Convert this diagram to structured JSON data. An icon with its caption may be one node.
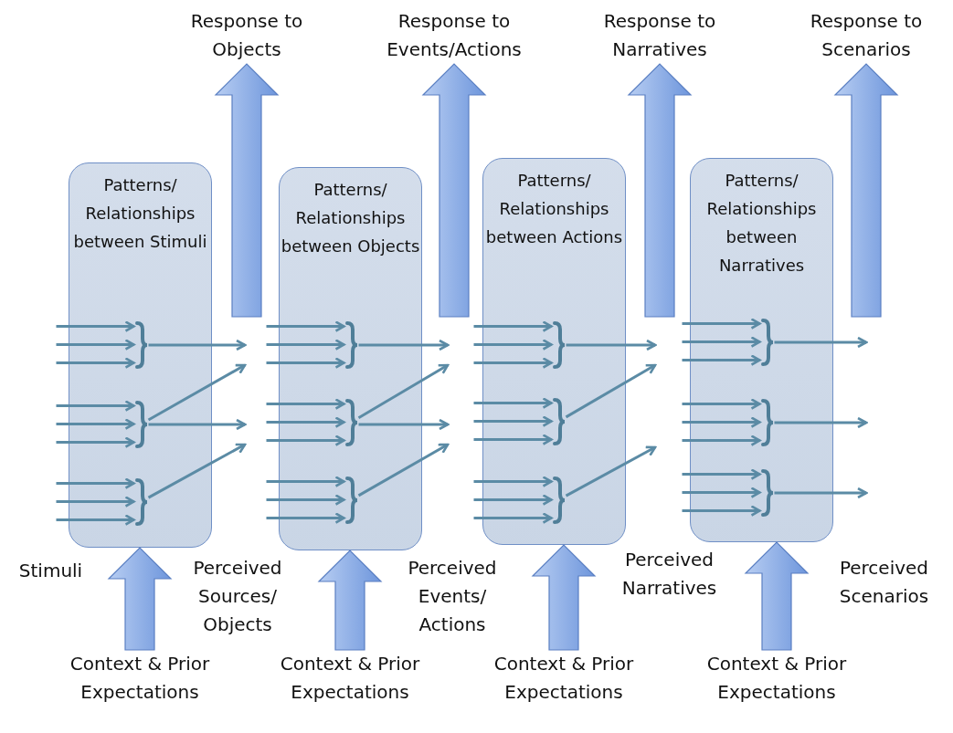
{
  "diagram": {
    "nodes": [
      {
        "text": [
          "Response to Objects"
        ]
      },
      {
        "text": [
          "Response to Events/Actions"
        ]
      },
      {
        "text": [
          "Response to Narratives"
        ]
      },
      {
        "text": [
          "Response to Scenarios"
        ]
      },
      {
        "text": [
          "Patterns/ Relationships between Stimuli"
        ]
      },
      {
        "text": [],
        "shape": "brace",
        "in": 4
      },
      {
        "text": [],
        "shape": "brace",
        "in": 4
      },
      {
        "text": [],
        "shape": "brace",
        "in": 4
      },
      {
        "text": [
          "Patterns/ Relationships between Objects"
        ]
      },
      {
        "text": [],
        "shape": "brace",
        "in": 8
      },
      {
        "text": [],
        "shape": "brace",
        "in": 8
      },
      {
        "text": [],
        "shape": "brace",
        "in": 8
      },
      {
        "text": [
          "Patterns/ Relationships between Actions"
        ]
      },
      {
        "text": [],
        "shape": "brace",
        "in": 12
      },
      {
        "text": [],
        "shape": "brace",
        "in": 12
      },
      {
        "text": [],
        "shape": "brace",
        "in": 12
      },
      {
        "text": [
          "Patterns/ Relationships between Narratives"
        ]
      },
      {
        "text": [],
        "shape": "brace",
        "in": 16
      },
      {
        "text": [],
        "shape": "brace",
        "in": 16
      },
      {
        "text": [],
        "shape": "brace",
        "in": 16
      },
      {
        "text": [
          "Context & Prior Expectations"
        ]
      },
      {
        "text": [
          "Context & Prior Expectations"
        ]
      },
      {
        "text": [
          "Context & Prior Expectations"
        ]
      },
      {
        "text": [
          "Context & Prior Expectations"
        ]
      }
    ],
    "edges": [
      {
        "from": null,
        "to": 0,
        "arrow": "to",
        "style": "thick"
      },
      {
        "from": null,
        "to": 1,
        "arrow": "to",
        "style": "thick"
      },
      {
        "from": null,
        "to": 2,
        "arrow": "to",
        "style": "thick"
      },
      {
        "from": null,
        "to": 3,
        "arrow": "to",
        "style": "thick"
      },
      {
        "from": null,
        "to": 5,
        "arrow": "to"
      },
      {
        "from": null,
        "to": 5,
        "arrow": "to"
      },
      {
        "from": null,
        "to": 5,
        "arrow": "to"
      },
      {
        "from": null,
        "to": 6,
        "arrow": "to"
      },
      {
        "from": null,
        "to": 6,
        "arrow": "to"
      },
      {
        "from": null,
        "to": 6,
        "arrow": "to"
      },
      {
        "from": null,
        "to": 7,
        "arrow": "to"
      },
      {
        "from": null,
        "to": 7,
        "arrow": "to"
      },
      {
        "from": null,
        "to": 7,
        "arrow": "to"
      },
      {
        "from": 5,
        "to": null,
        "arrow": "to"
      },
      {
        "from": 6,
        "to": null,
        "arrow": "to"
      },
      {
        "from": 6,
        "to": null,
        "arrow": "to"
      },
      {
        "from": 7,
        "to": null,
        "arrow": "to"
      },
      {
        "from": null,
        "to": 9,
        "arrow": "to"
      },
      {
        "from": null,
        "to": 9,
        "arrow": "to"
      },
      {
        "from": null,
        "to": 9,
        "arrow": "to"
      },
      {
        "from": null,
        "to": 10,
        "arrow": "to"
      },
      {
        "from": null,
        "to": 10,
        "arrow": "to"
      },
      {
        "from": null,
        "to": 10,
        "arrow": "to"
      },
      {
        "from": null,
        "to": 11,
        "arrow": "to"
      },
      {
        "from": null,
        "to": 11,
        "arrow": "to"
      },
      {
        "from": null,
        "to": 11,
        "arrow": "to"
      },
      {
        "from": 9,
        "to": null,
        "arrow": "to"
      },
      {
        "from": 10,
        "to": null,
        "arrow": "to"
      },
      {
        "from": 10,
        "to": null,
        "arrow": "to"
      },
      {
        "from": 11,
        "to": null,
        "arrow": "to"
      },
      {
        "from": null,
        "to": 13,
        "arrow": "to"
      },
      {
        "from": null,
        "to": 13,
        "arrow": "to"
      },
      {
        "from": null,
        "to": 13,
        "arrow": "to"
      },
      {
        "from": null,
        "to": 14,
        "arrow": "to"
      },
      {
        "from": null,
        "to": 14,
        "arrow": "to"
      },
      {
        "from": null,
        "to": 14,
        "arrow": "to"
      },
      {
        "from": null,
        "to": 15,
        "arrow": "to"
      },
      {
        "from": null,
        "to": 15,
        "arrow": "to"
      },
      {
        "from": null,
        "to": 15,
        "arrow": "to"
      },
      {
        "from": 13,
        "to": null,
        "arrow": "to"
      },
      {
        "from": 14,
        "to": null,
        "arrow": "to"
      },
      {
        "from": 15,
        "to": null,
        "arrow": "to"
      },
      {
        "from": null,
        "to": 17,
        "arrow": "to"
      },
      {
        "from": null,
        "to": 17,
        "arrow": "to"
      },
      {
        "from": null,
        "to": 17,
        "arrow": "to"
      },
      {
        "from": null,
        "to": 18,
        "arrow": "to"
      },
      {
        "from": null,
        "to": 18,
        "arrow": "to"
      },
      {
        "from": null,
        "to": 18,
        "arrow": "to"
      },
      {
        "from": null,
        "to": 19,
        "arrow": "to"
      },
      {
        "from": null,
        "to": 19,
        "arrow": "to"
      },
      {
        "from": null,
        "to": 19,
        "arrow": "to"
      },
      {
        "from": 17,
        "to": null,
        "arrow": "to"
      },
      {
        "from": 18,
        "to": null,
        "arrow": "to"
      },
      {
        "from": 19,
        "to": null,
        "arrow": "to"
      },
      {
        "from": 20,
        "to": 4,
        "arrow": "to",
        "style": "thick"
      },
      {
        "from": 21,
        "to": 8,
        "arrow": "to",
        "style": "thick"
      },
      {
        "from": 22,
        "to": 12,
        "arrow": "to",
        "style": "thick"
      },
      {
        "from": 23,
        "to": 16,
        "arrow": "to",
        "style": "thick"
      }
    ],
    "labels": [
      "Stimuli",
      "Perceived Sources/ Objects",
      "Perceived Events/ Actions",
      "Perceived Narratives",
      "Perceived Scenarios"
    ]
  }
}
